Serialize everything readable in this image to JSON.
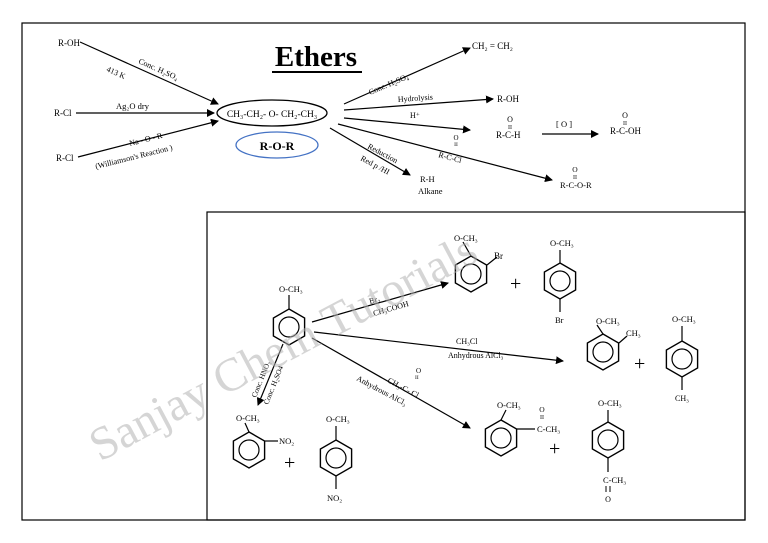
{
  "title": "Ethers",
  "watermark": "Sanjay Chem Tutorials",
  "center": {
    "molecule": "CH₃-CH₂- O- CH₂-CH₃",
    "general": "R-O-R"
  },
  "reactants": {
    "alcohol": "R-OH",
    "halide1": "R-Cl",
    "halide2": "R-Cl"
  },
  "conditions": {
    "acid_a": "Conc. H₂SO₄",
    "temp": "413 K",
    "silver": "Ag₂O dry",
    "alkoxide": "Na - O - R",
    "williamson": "(Williamson's Reaction )",
    "acid_b": "Conc. H₂SO₄",
    "hydrolysis": "Hydrolysis",
    "hplus": "H⁺",
    "oxidation": "[ O ]",
    "acyl": "R-C-Cl",
    "reduction": "Reduction",
    "redp": "Red p /HI"
  },
  "products": {
    "ethene": "CH₂ = CH₂",
    "alcohol": "R-OH",
    "aldehyde": "R-C-H",
    "acid": "R-C-OH",
    "ester": "R-C-O-R",
    "alkane_formula": "R-H",
    "alkane": "Alkane",
    "carbonyl_o": "O",
    "carbonyl_bond": "II"
  },
  "anisole": {
    "substituent": "O-CH₃",
    "bromination_reagent": "Br₂",
    "bromination_solvent": "CH₃COOH",
    "bromo": "Br",
    "methylation_reagent": "CH₃Cl",
    "lewis_acid": "Anhydrous AlCl₃",
    "methyl": "CH₃",
    "acylation_reagent": "CH₃-C- Cl",
    "acyl_group": "C-CH₃",
    "nitration_reagent": "Conc. HNO₃",
    "nitration_acid": "Conc. H₂SO4",
    "nitro": "NO₂",
    "plus": "+"
  },
  "colors": {
    "ellipse_bottom": "#4472c4",
    "line": "#000000",
    "watermark": "#b3b3b3"
  }
}
